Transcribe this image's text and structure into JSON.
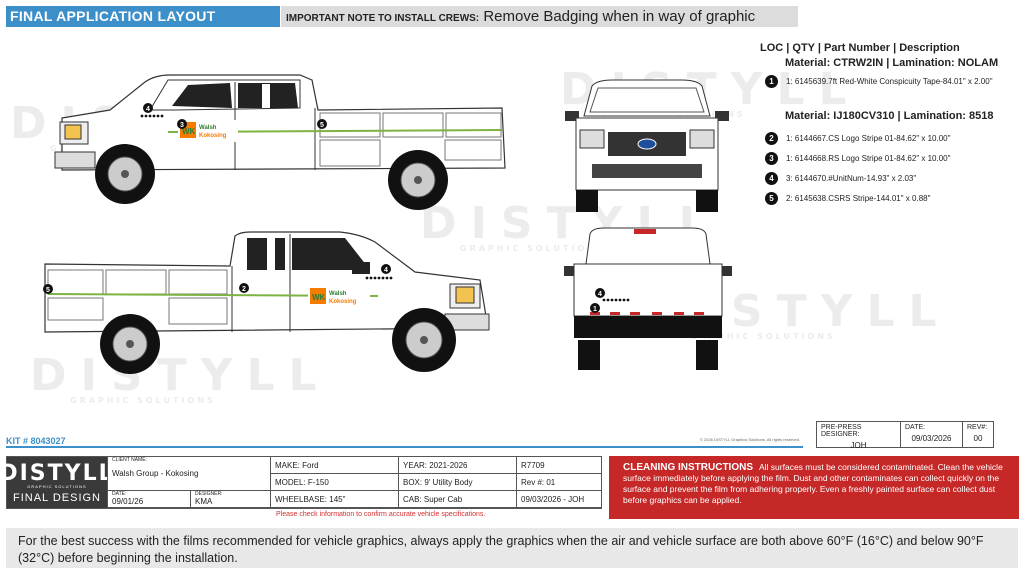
{
  "header": {
    "title": "FINAL APPLICATION LAYOUT",
    "note_label": "IMPORTANT NOTE TO INSTALL CREWS:",
    "note_text": "Remove Badging when in way of graphic"
  },
  "watermark": {
    "word": "DISTYLL",
    "tagline": "GRAPHIC SOLUTIONS"
  },
  "legend": {
    "heading": "LOC | QTY | Part Number | Description",
    "material1": "Material: CTRW2IN | Lamination: NOLAM",
    "material2": "Material: IJ180CV310 | Lamination: 8518",
    "items": [
      {
        "num": "1",
        "text": "1: 6145639.7ft Red-White Conspicuity Tape-84.01\" x 2.00\""
      },
      {
        "num": "2",
        "text": "1: 6144667.CS Logo Stripe 01-84.62\" x 10.00\""
      },
      {
        "num": "3",
        "text": "1: 6144668.RS Logo Stripe 01-84.62\" x 10.00\""
      },
      {
        "num": "4",
        "text": "3: 6144670.#UnitNum-14.93\" x 2.03\""
      },
      {
        "num": "5",
        "text": "2: 6145638.CSRS Stripe-144.01\" x 0.88\""
      }
    ]
  },
  "logo": {
    "mark": "WK",
    "line1": "Walsh",
    "line2": "Kokosing"
  },
  "colors": {
    "accent": "#3d8fc9",
    "stripe": "#7cb342",
    "warning": "#c62828",
    "logo_orange": "#f57c00"
  },
  "kit": "KIT # 8043027",
  "copyright": "© 2026 DISTYLL Graphics Solutions.  All rights reserved.",
  "prepress": {
    "designer_label": "PRE-PRESS DESIGNER:",
    "designer": "JOH",
    "date_label": "DATE:",
    "date": "09/03/2026",
    "rev_label": "REV#:",
    "rev": "00"
  },
  "info": {
    "brand_logo": "DISTYLL",
    "brand_tagline": "GRAPHIC SOLUTIONS",
    "brand_title": "FINAL DESIGN",
    "client_label": "CLIENT NAME:",
    "client": "Walsh Group - Kokosing",
    "date_label": "DATE:",
    "date": "09/01/26",
    "designer_label": "DESIGNER:",
    "designer": "KMA",
    "make": "MAKE: Ford",
    "model": "MODEL: F-150",
    "wheelbase": "WHEELBASE: 145\"",
    "year": "YEAR: 2021-2026",
    "box": "BOX: 9' Utility Body",
    "cab": "CAB: Super Cab",
    "job": "R7709",
    "rev": "Rev #:  01",
    "revdate": "09/03/2026 - JOH"
  },
  "disclaimer": "Please check information to confirm accurate vehicle specifications.",
  "cleaning": {
    "title": "CLEANING INSTRUCTIONS",
    "text": "All surfaces must be considered contaminated. Clean the vehicle surface immediately before applying the film. Dust and other contaminates can collect quickly on the surface and prevent the film from adhering properly. Even a freshly painted surface can collect dust before graphics can be applied."
  },
  "footer": "For the best success with the films recommended for vehicle graphics, always apply the graphics when the air and vehicle surface are both above 60°F (16°C) and below 90°F (32°C) before beginning the installation."
}
